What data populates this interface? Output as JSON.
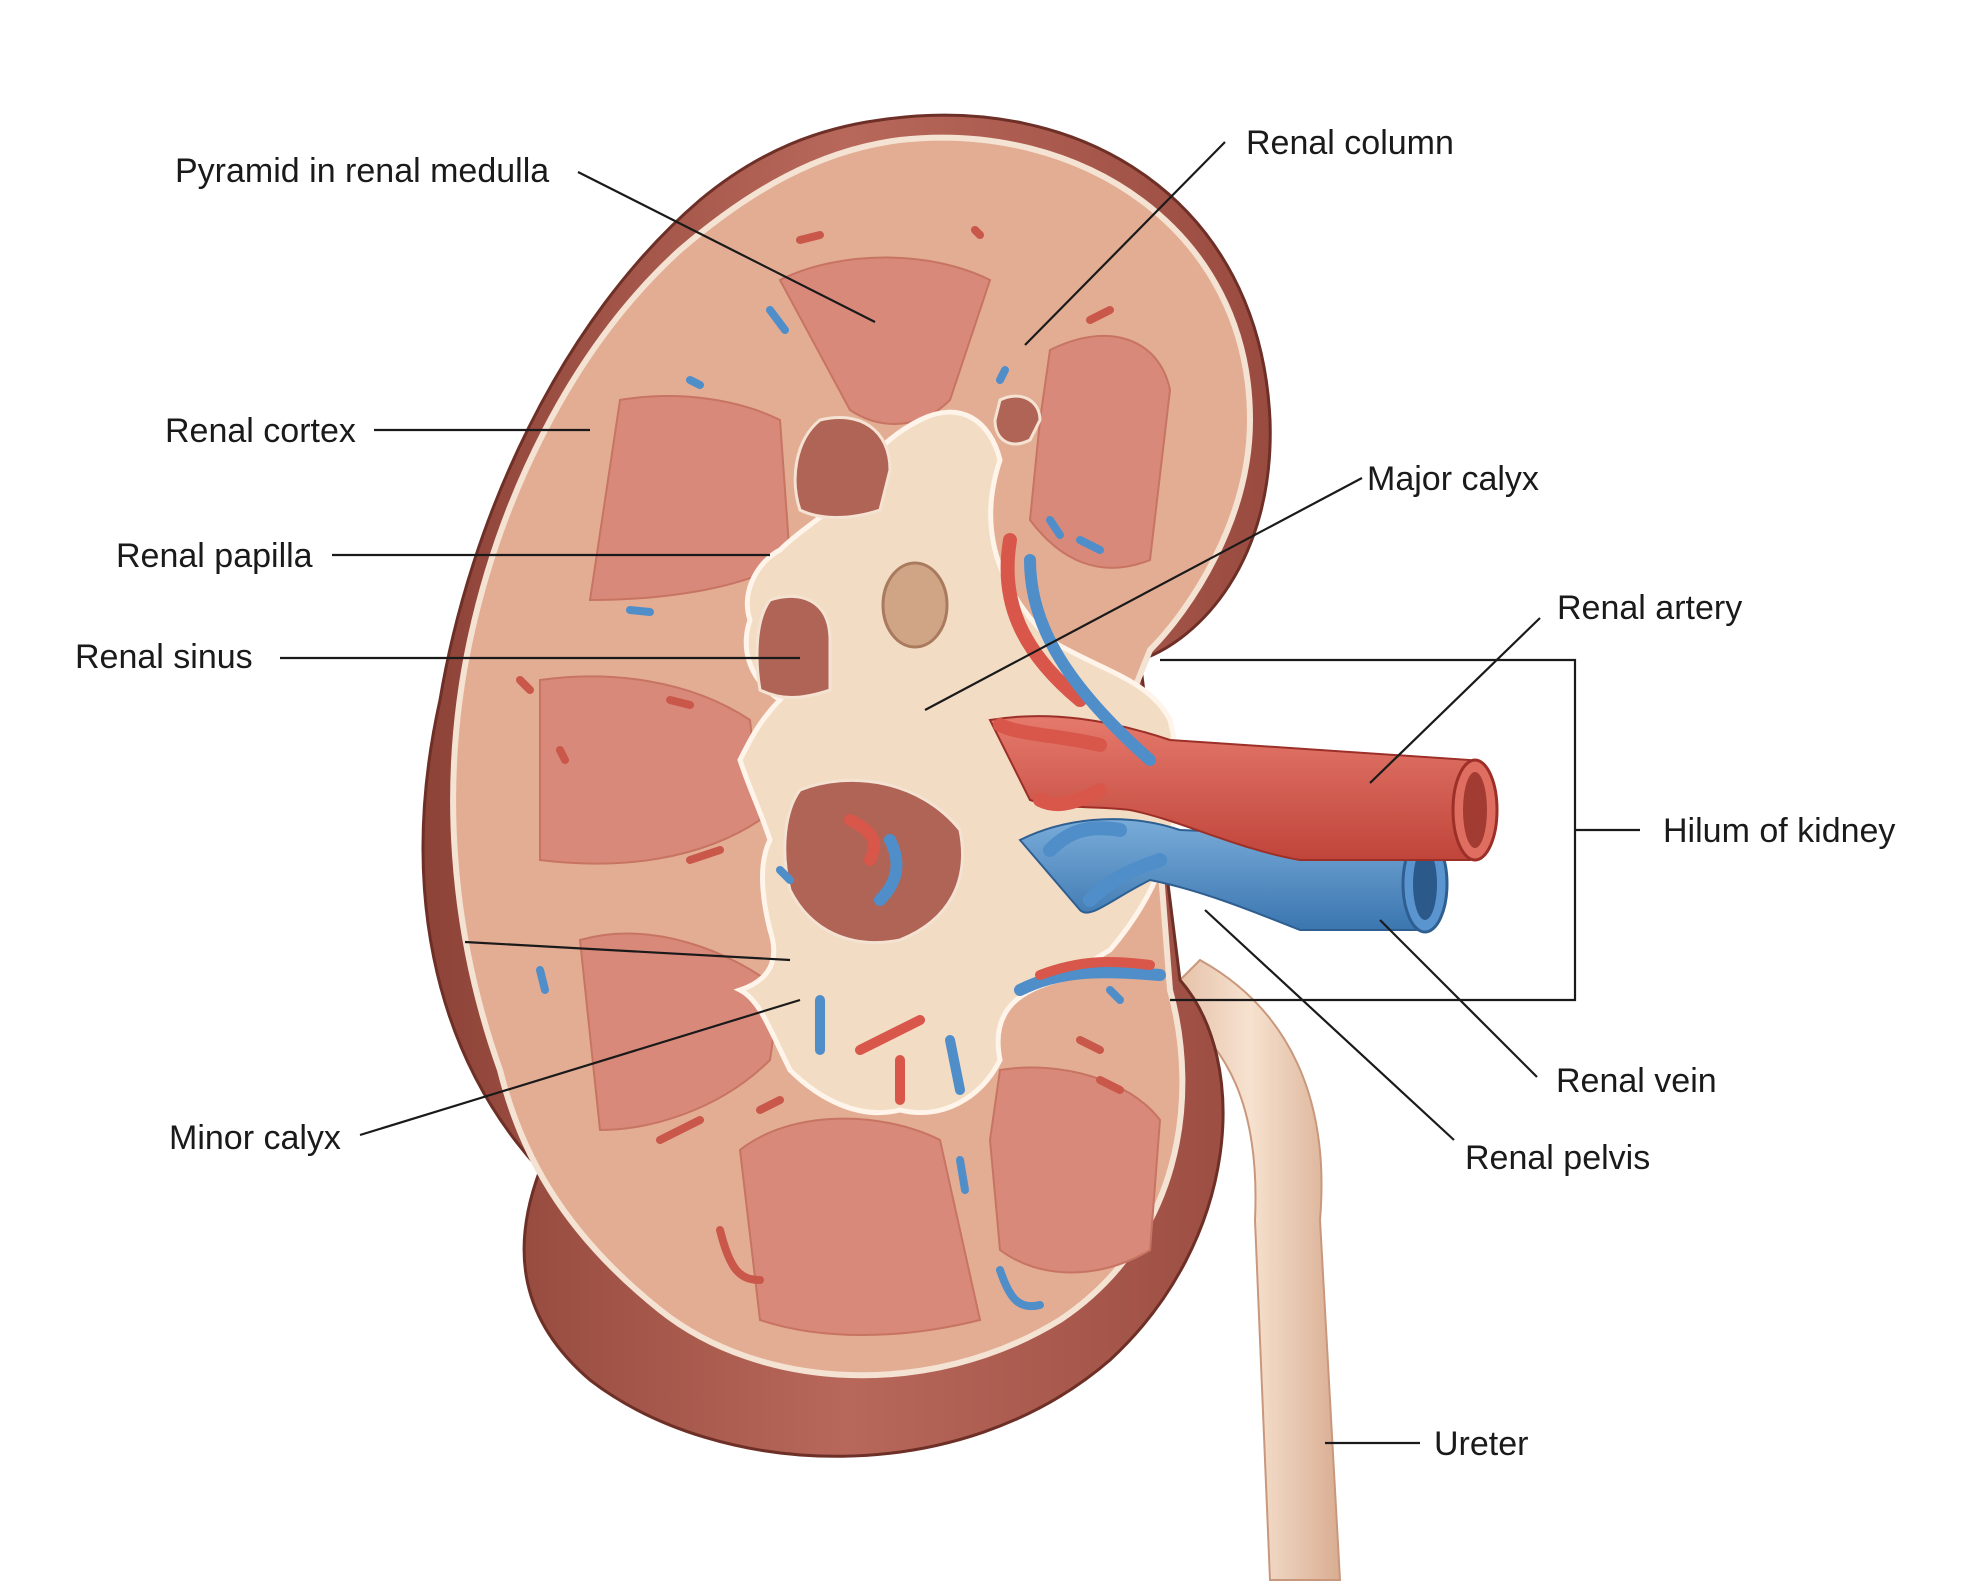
{
  "labels": {
    "pyramid": "Pyramid in renal medulla",
    "renal_column": "Renal column",
    "renal_cortex": "Renal cortex",
    "major_calyx": "Major calyx",
    "renal_papilla": "Renal papilla",
    "renal_artery": "Renal artery",
    "renal_sinus": "Renal sinus",
    "hilum": "Hilum of kidney",
    "renal_vein": "Renal vein",
    "renal_pelvis": "Renal pelvis",
    "minor_calyx": "Minor calyx",
    "ureter": "Ureter"
  },
  "colors": {
    "capsule": "#a85a4c",
    "cortex": "#e3ad94",
    "medulla": "#d9897a",
    "sinus": "#f2dcc4",
    "artery": "#d8574a",
    "vein": "#4f8ec9",
    "ureter": "#efd3bb"
  }
}
